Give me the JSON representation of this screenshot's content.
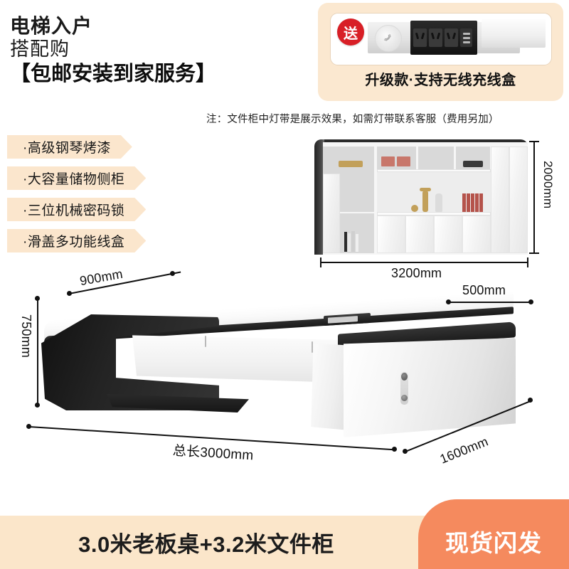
{
  "headline": {
    "line1": "电梯入户",
    "line2": "搭配购",
    "line3": "【包邮安装到家服务】"
  },
  "promo": {
    "gift_badge": "送",
    "caption": "升级款·支持无线充线盒",
    "icons": [
      "wireless-charge-icon",
      "power-socket-icon",
      "usb-port-icon"
    ]
  },
  "note": "注：文件柜中灯带是展示效果，如需灯带联系客服（费用另加）",
  "features": [
    {
      "label": "·高级钢琴烤漆"
    },
    {
      "label": "·大容量储物侧柜"
    },
    {
      "label": "·三位机械密码锁"
    },
    {
      "label": "·滑盖多功能线盒"
    }
  ],
  "cabinet": {
    "width_label": "3200mm",
    "height_label": "2000mm"
  },
  "desk": {
    "depth_label": "900mm",
    "height_label": "750mm",
    "length_label": "总长3000mm",
    "return_depth_label": "500mm",
    "return_length_label": "1600mm"
  },
  "banner": {
    "title": "3.0米老板桌+3.2米文件柜",
    "flash_badge": "现货闪发"
  },
  "colors": {
    "cream": "#fbe6ca",
    "tag_bg": "#fbe6cd",
    "promo_bg": "#fbe8d0",
    "orange": "#f58a5e",
    "red": "#d81f26",
    "ink": "#111111"
  }
}
